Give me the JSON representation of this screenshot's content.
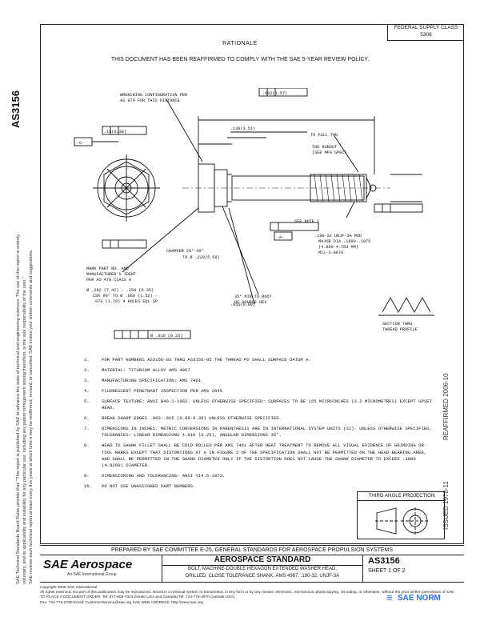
{
  "header": {
    "federal_supply_class_label": "FEDERAL SUPPLY CLASS",
    "federal_supply_class": "5306",
    "rationale_title": "RATIONALE",
    "rationale_text": "THIS DOCUMENT HAS BEEN REAFFIRMED TO COMPLY WITH THE SAE 5-YEAR REVIEW POLICY."
  },
  "side": {
    "doc_number": "AS3156",
    "legal_line_1": "SAE Technical Standards Board Rules provide that: \"This report is published by SAE to advance the state of technical and engineering sciences. The use of this report is entirely",
    "legal_line_2": "voluntary, and its applicability and suitability for any particular use, including any patent infringement arising therefrom, is the sole responsibility of the user.\"",
    "legal_line_3": "SAE reviews each technical report at least every five years at which time it may be reaffirmed, revised, or cancelled. SAE invites your written comments and suggestions."
  },
  "drawing": {
    "labels": {
      "wrenching": "WRENCHING CONFIGURATION PER",
      "wrenching2": "AS 870 FOR THIS DISTANCE",
      "datum_c": "-C-",
      "datum_a": "-A-",
      "dim_15": ".15(0.38)",
      "dim_062": ".062(1.57)",
      "dim_mount": ".035(0.89)",
      "dim_138": ".138(3.51)",
      "dim_mark": "MARK PART NO. AND",
      "dim_mark2": "MANUFACTURER'S IDENT",
      "dim_mark3": "PER AS 478 CLASS A",
      "to_full_thd": "TO FULL THD",
      "thd_runout": "THD RUNOUT",
      "see_mfg": "(SEE MFG SPEC)",
      "thread_spec": ".190-32 UNJF-3A MOD",
      "thread_spec2": "MAJOR DIA .1890-.1875",
      "thread_spec3": "(4.800-4.763 MM)",
      "thread_spec4": "MIL-S-8879",
      "see_note": "SEE NOTE 1",
      "chamfer": "CHAMFER 25°-30°",
      "chamfer2": "TO Ø .220(5.59)",
      "deg35": "35° MIN TO ROOT",
      "deg35_2": "OF DOUBLE HEX",
      "dia_head": "Ø .292 (7.42) - .250 (6.35)",
      "csk": "CSK 90° TO Ø .060 (1.52) -",
      "holes": ".070 (1.78) 4 HOLES EQL SP",
      "section": "SECTION THRU",
      "section2": "THREAD PROFILE",
      "tol_box": "Ø .010 (0.25)"
    }
  },
  "notes": [
    {
      "num": "1.",
      "text": "FOR PART NUMBERS AS3156-03 THRU AS3156-05 THE THREAD PD SHALL SURFACE DATUM A."
    },
    {
      "num": "2.",
      "text": "MATERIAL:  TITANIUM ALLOY AMS 4967"
    },
    {
      "num": "3.",
      "text": "MANUFACTURING SPECIFICATION:  AMS 7461"
    },
    {
      "num": "4.",
      "text": "FLUORESCENT PENETRANT INSPECTION PER AMS 2645"
    },
    {
      "num": "5.",
      "text": "SURFACE TEXTURE:  ANSI B46.1-1962. UNLESS OTHERWISE SPECIFIED: SURFACES TO BE 125 MICROINCHES (3.2 MICROMETRES) EXCEPT UPSET HEAD."
    },
    {
      "num": "6.",
      "text": "BREAK SHARP EDGES .003-.015 (0.08-0.38) UNLESS OTHERWISE SPECIFIED."
    },
    {
      "num": "7.",
      "text": "DIMENSIONS IN INCHES. METRIC CONVERSIONS IN PARENTHESIS ARE IN INTERNATIONAL SYSTEM UNITS (SI). UNLESS OTHERWISE SPECIFIED, TOLERANCES:  LINEAR DIMENSIONS ±.010 (0.25), ANGULAR DIMENSIONS ±5°."
    },
    {
      "num": "8.",
      "text": "HEAD TO SHANK FILLET SHALL BE COLD ROLLED PER AMS 7461 AFTER HEAT TREATMENT TO REMOVE ALL VISUAL EVIDENCE OF GRINDING OR TOOL MARKS EXCEPT THAT DISTORTIONS AT A IN FIGURE 2 OF THE SPECIFICATION SHALL NOT BE PERMITTED ON THE HEAD BEARING AREA, AND SHALL BE PERMITTED IN THE SHANK DIAMETER ONLY IF THE DISTORTION DOES NOT CAUSE THE SHANK DIAMETER TO EXCEED .1900 (4.8260) DIAMETER."
    },
    {
      "num": "9.",
      "text": "DIMENSIONING AND TOLERANCING:  ANSI Y14.5-1973."
    },
    {
      "num": "10.",
      "text": "DO NOT USE UNASSIGNED PART NUMBERS."
    }
  ],
  "right_margin": {
    "reaffirmed": "REAFFIRMED 2006-10",
    "issued": "ISSUED 1978-11"
  },
  "third_angle": "THIRD ANGLE PROJECTION",
  "title_block": {
    "prepared": "PREPARED BY SAE COMMITTEE E-25, GENERAL STANDARDS FOR AEROSPACE PROPULSION SYSTEMS",
    "logo": "SAE Aerospace",
    "logo_sub": "An SAE International Group",
    "heading": "AEROSPACE STANDARD",
    "title_line1": "BOLT, MACHINE-DOUBLE HEXAGON EXTENDED WASHER HEAD,",
    "title_line2": "DRILLED, CLOSE TOLERANCE SHANK, AMS 4967, .190-32, UNJF-3A",
    "doc_number": "AS3156",
    "sheet": "SHEET 1 OF 2"
  },
  "footer": {
    "line1": "Copyright 2006 SAE International",
    "line2": "All rights reserved. No part of this publication may be reproduced, stored in a retrieval system or transmitted, in any form or by any means, electronic, mechanical, photocopying, recording, or otherwise, without the prior written permission of SAE.",
    "line3": "TO PLACE A DOCUMENT ORDER:    Tel: 877-606-7323 (inside USA and Canada)        Tel: 724-776-4970 (outside USA)",
    "line4": "Fax: 724-776-0790        Email: CustomerService@sae.org        SAE WEB ADDRESS: http://www.sae.org"
  },
  "watermark": "SAE NORM"
}
